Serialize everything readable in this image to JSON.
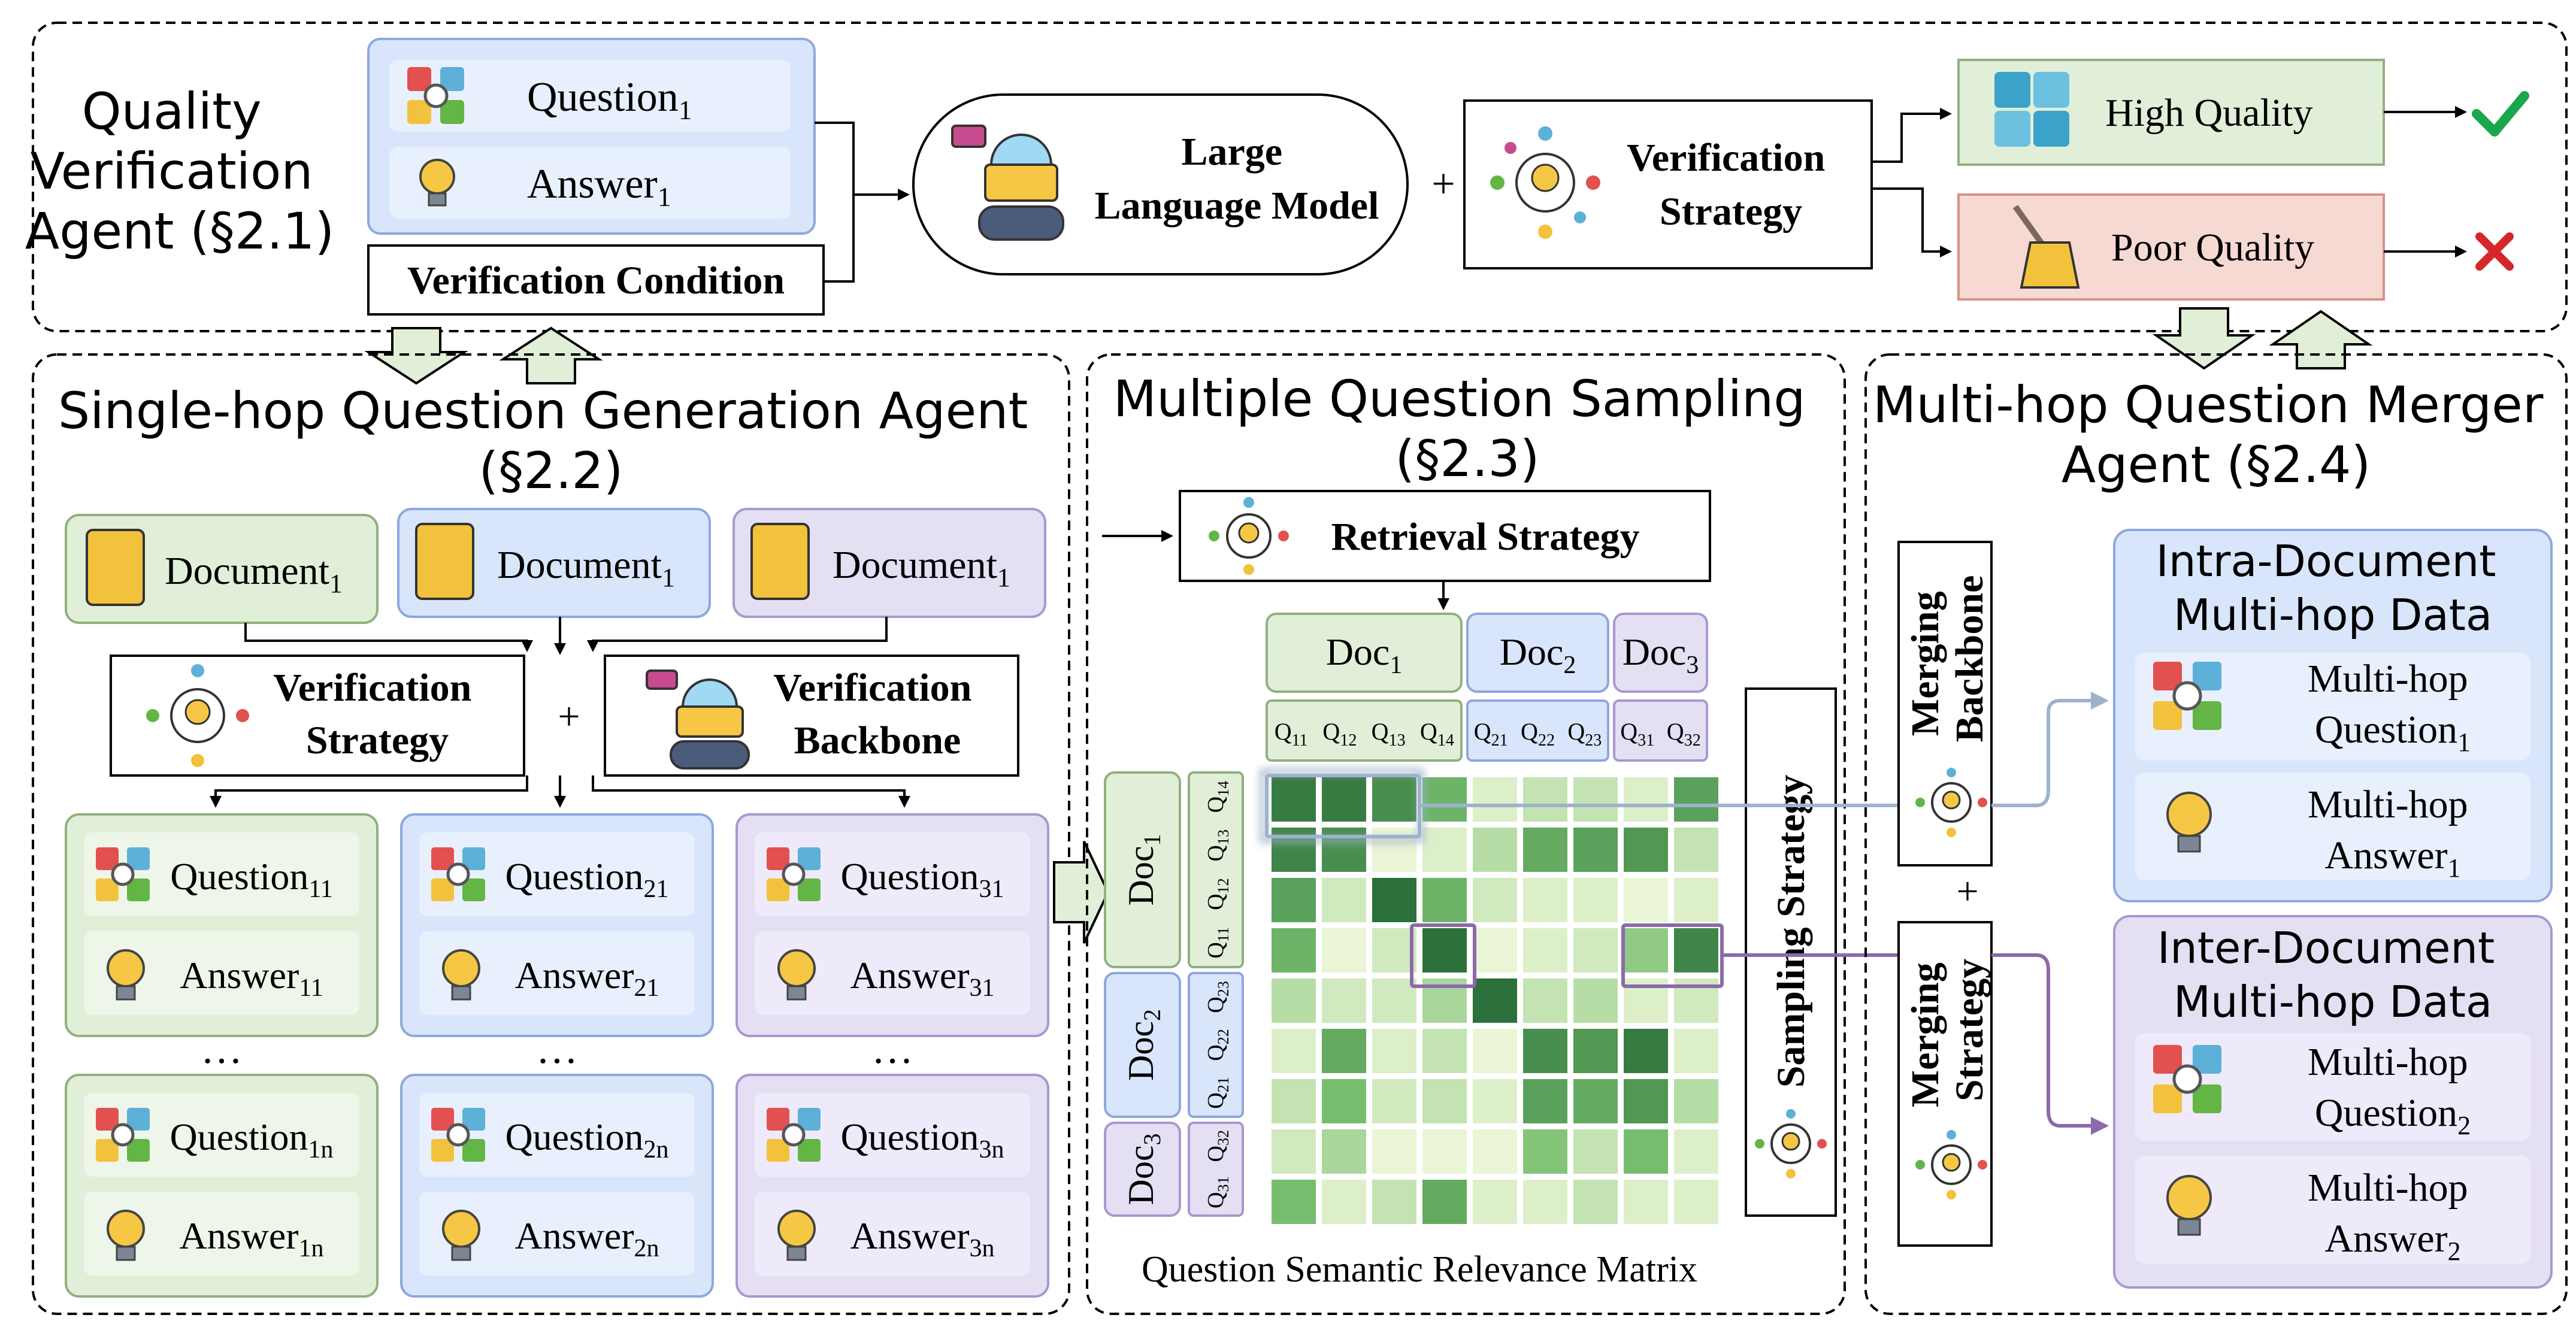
{
  "colors": {
    "green_fill": "#e1efd9",
    "green_stroke": "#91b07f",
    "blue_fill": "#d8e5fb",
    "blue_stroke": "#8ea8dc",
    "purple_fill": "#e5dff4",
    "purple_stroke": "#a898cf",
    "red_fill": "#f7d9d3",
    "red_stroke": "#d79186",
    "check": "#1aa64a",
    "cross": "#d6262c",
    "matrix_light": "#f7fbe0",
    "matrix_dark": "#1a5e2e",
    "highlight_blue": "#9eb2cb",
    "highlight_purple": "#8b6aa9"
  },
  "top": {
    "title_lines": [
      "Quality",
      "Verification",
      "Agent (§2.1)"
    ],
    "question": {
      "text": "Question",
      "sub": "1"
    },
    "answer": {
      "text": "Answer",
      "sub": "1"
    },
    "condition": "Verification Condition",
    "llm_lines": [
      "Large",
      "Language Model"
    ],
    "plus": "+",
    "strategy_lines": [
      "Verification",
      "Strategy"
    ],
    "high_quality": "High Quality",
    "poor_quality": "Poor Quality",
    "check_icon": "check-icon",
    "cross_icon": "cross-icon"
  },
  "single_hop": {
    "title_line1": "Single-hop Question Generation Agent",
    "title_line2": "(§2.2)",
    "documents": [
      {
        "text": "Document",
        "sub": "1"
      },
      {
        "text": "Document",
        "sub": "1"
      },
      {
        "text": "Document",
        "sub": "1"
      }
    ],
    "strategy_lines": [
      "Verification",
      "Strategy"
    ],
    "plus": "+",
    "backbone_lines": [
      "Verification",
      "Backbone"
    ],
    "columns": [
      {
        "cards": [
          {
            "q": "Question",
            "qs": "11",
            "a": "Answer",
            "as": "11"
          },
          {
            "q": "Question",
            "qs": "1n",
            "a": "Answer",
            "as": "1n"
          }
        ]
      },
      {
        "cards": [
          {
            "q": "Question",
            "qs": "21",
            "a": "Answer",
            "as": "21"
          },
          {
            "q": "Question",
            "qs": "2n",
            "a": "Answer",
            "as": "2n"
          }
        ]
      },
      {
        "cards": [
          {
            "q": "Question",
            "qs": "31",
            "a": "Answer",
            "as": "31"
          },
          {
            "q": "Question",
            "qs": "3n",
            "a": "Answer",
            "as": "3n"
          }
        ]
      }
    ],
    "ellipsis": "…"
  },
  "sampling": {
    "title_line1": "Multiple Question Sampling",
    "title_line2": "(§2.3)",
    "retrieval": "Retrieval Strategy",
    "doc_label": "Doc",
    "col_docs": [
      "1",
      "2",
      "3"
    ],
    "col_questions": [
      [
        [
          "Q",
          "11"
        ],
        [
          "Q",
          "12"
        ],
        [
          "Q",
          "13"
        ],
        [
          "Q",
          "14"
        ]
      ],
      [
        [
          "Q",
          "21"
        ],
        [
          "Q",
          "22"
        ],
        [
          "Q",
          "23"
        ]
      ],
      [
        [
          "Q",
          "31"
        ],
        [
          "Q",
          "32"
        ]
      ]
    ],
    "row_docs": [
      "1",
      "2",
      "3"
    ],
    "row_questions": [
      [
        [
          "Q",
          "14"
        ],
        [
          "Q",
          "13"
        ],
        [
          "Q",
          "12"
        ],
        [
          "Q",
          "11"
        ]
      ],
      [
        [
          "Q",
          "23"
        ],
        [
          "Q",
          "22"
        ],
        [
          "Q",
          "21"
        ]
      ],
      [
        [
          "Q",
          "32"
        ],
        [
          "Q",
          "31"
        ]
      ]
    ],
    "sampling_strategy": "Sampling Strategy",
    "matrix_caption": "Question Semantic Relevance Matrix",
    "matrix": [
      [
        0.85,
        0.85,
        0.75,
        0.55,
        0.1,
        0.2,
        0.2,
        0.1,
        0.65
      ],
      [
        0.8,
        0.75,
        0.05,
        0.1,
        0.25,
        0.6,
        0.65,
        0.7,
        0.2
      ],
      [
        0.65,
        0.15,
        0.9,
        0.55,
        0.15,
        0.1,
        0.1,
        0.05,
        0.1
      ],
      [
        0.55,
        0.05,
        0.15,
        0.9,
        0.05,
        0.1,
        0.15,
        0.4,
        0.8
      ],
      [
        0.25,
        0.15,
        0.15,
        0.3,
        0.9,
        0.2,
        0.25,
        0.1,
        0.15
      ],
      [
        0.1,
        0.6,
        0.1,
        0.2,
        0.05,
        0.75,
        0.7,
        0.85,
        0.1
      ],
      [
        0.2,
        0.5,
        0.15,
        0.2,
        0.1,
        0.65,
        0.6,
        0.7,
        0.25
      ],
      [
        0.15,
        0.3,
        0.05,
        0.05,
        0.05,
        0.45,
        0.2,
        0.5,
        0.1
      ],
      [
        0.5,
        0.1,
        0.2,
        0.6,
        0.1,
        0.1,
        0.2,
        0.1,
        0.1
      ]
    ]
  },
  "multi_hop": {
    "title_line1": "Multi-hop Question Merger",
    "title_line2": "Agent (§2.4)",
    "backbone_lines": [
      "Merging",
      "Backbone"
    ],
    "strategy_lines": [
      "Merging",
      "Strategy"
    ],
    "plus": "+",
    "intra_title_lines": [
      "Intra-Document",
      "Multi-hop Data"
    ],
    "inter_title_lines": [
      "Inter-Document",
      "Multi-hop Data"
    ],
    "intra_q": {
      "line1": "Multi-hop",
      "text": "Question",
      "sub": "1"
    },
    "intra_a": {
      "line1": "Multi-hop",
      "text": "Answer",
      "sub": "1"
    },
    "inter_q": {
      "line1": "Multi-hop",
      "text": "Question",
      "sub": "2"
    },
    "inter_a": {
      "line1": "Multi-hop",
      "text": "Answer",
      "sub": "2"
    }
  }
}
